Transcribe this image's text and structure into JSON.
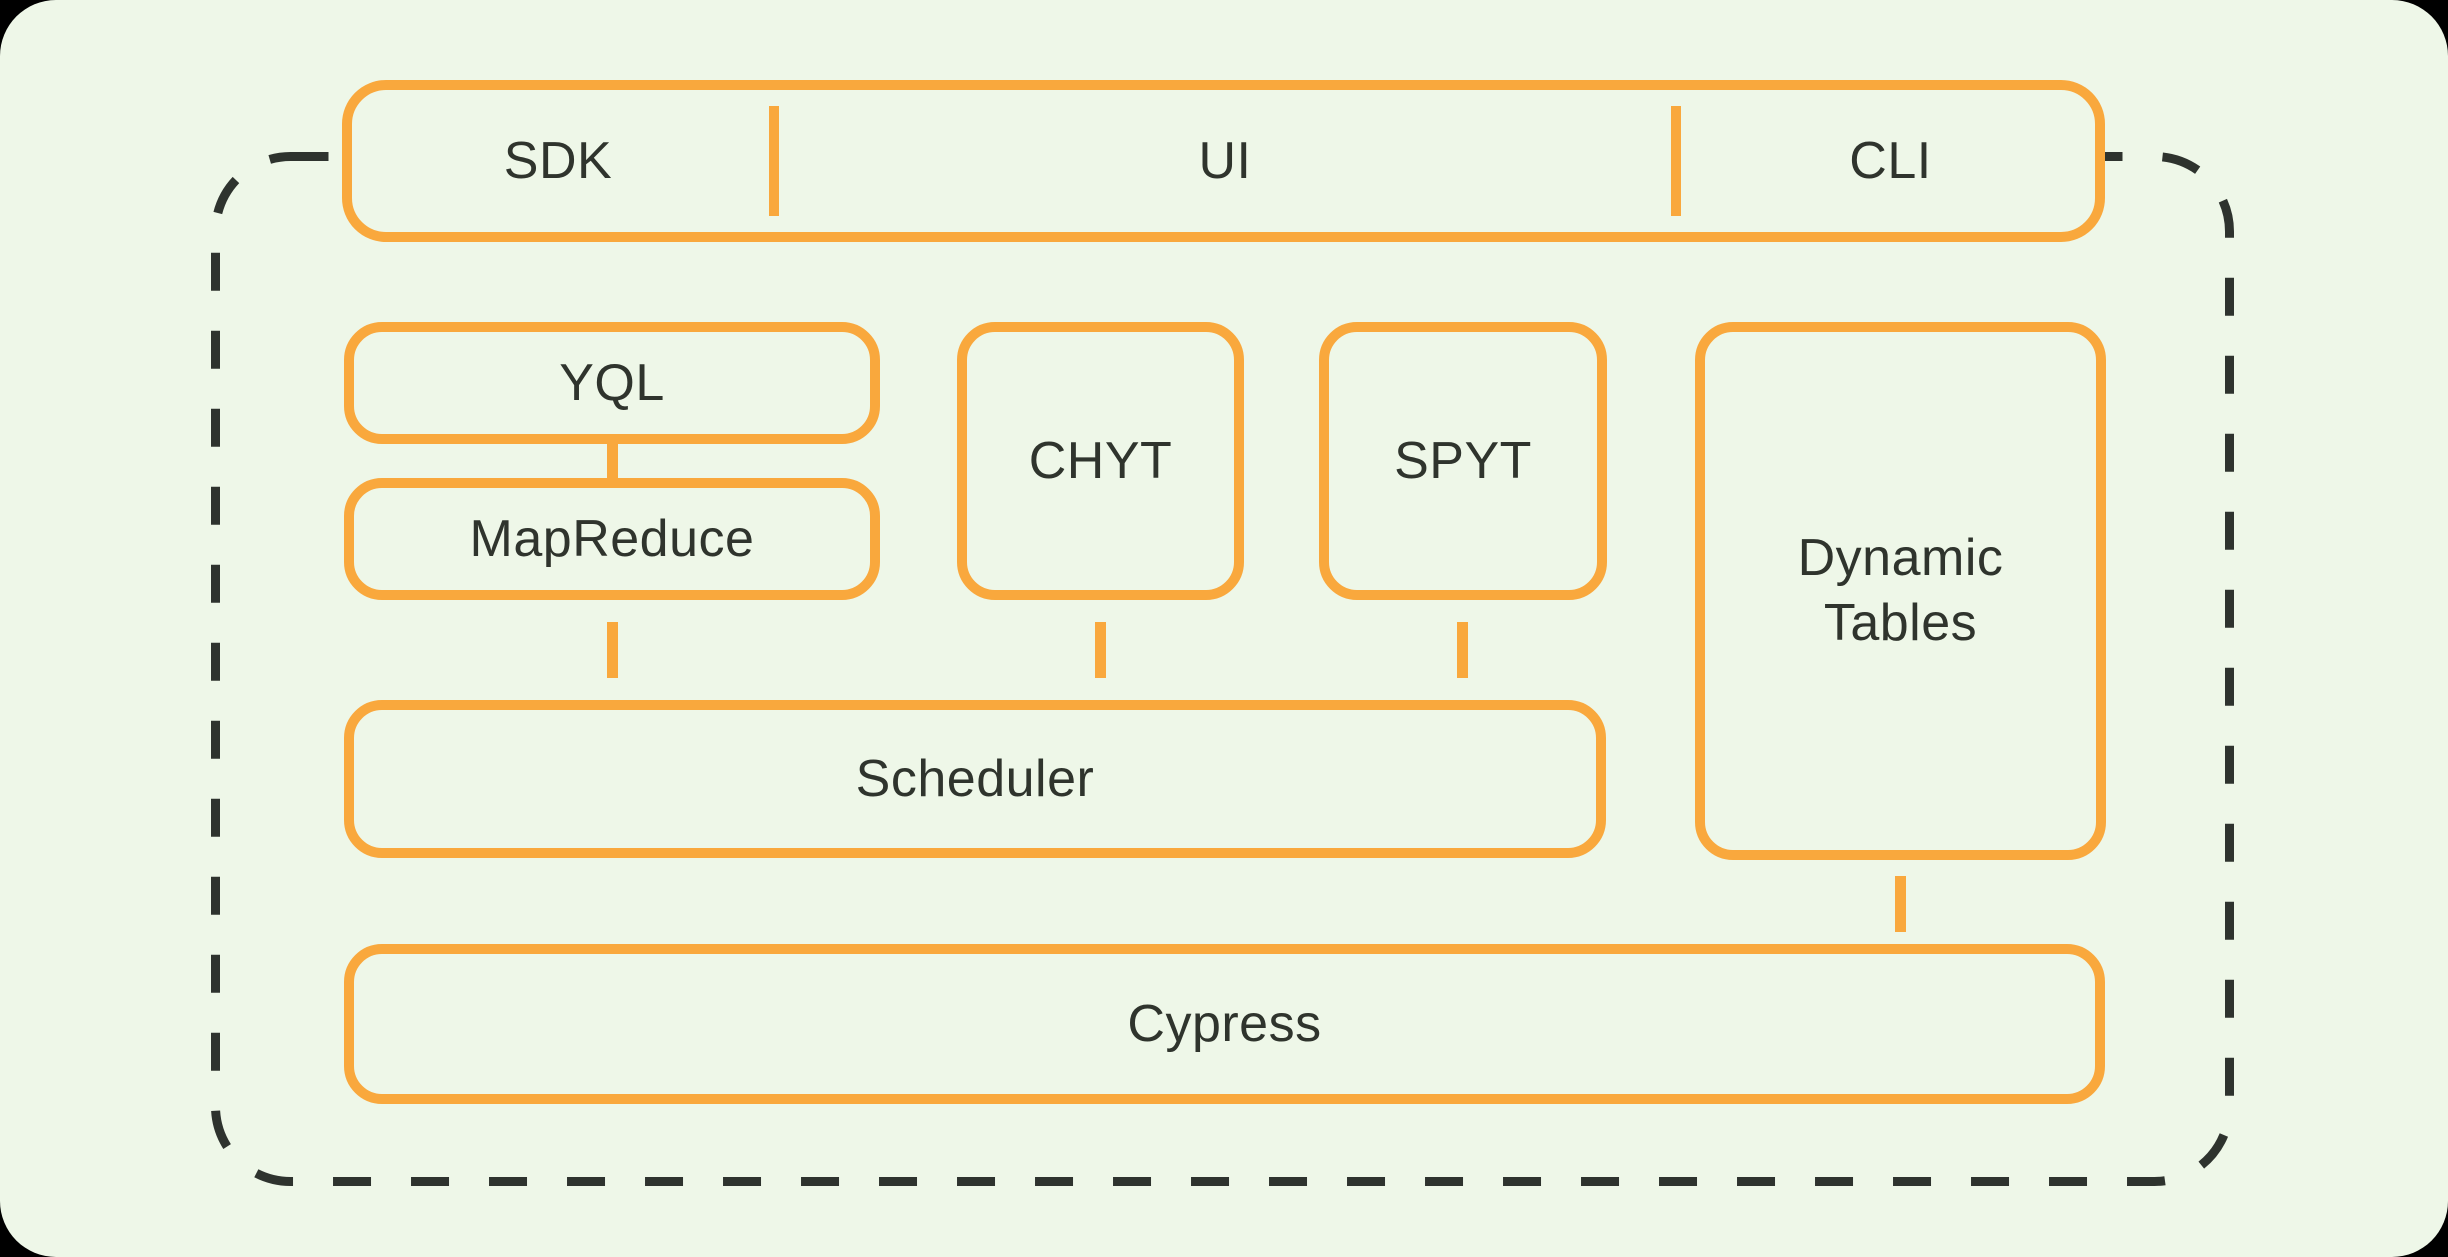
{
  "colors": {
    "outer_background": "#000000",
    "panel_background": "#EEF7E8",
    "accent_orange": "#F9A83D",
    "boundary_dash": "#2E332E",
    "label_text": "#2F342D"
  },
  "access_bar": {
    "items": [
      {
        "label": "SDK"
      },
      {
        "label": "UI"
      },
      {
        "label": "CLI"
      }
    ]
  },
  "components": {
    "yql": {
      "label": "YQL"
    },
    "mapreduce": {
      "label": "MapReduce"
    },
    "chyt": {
      "label": "CHYT"
    },
    "spyt": {
      "label": "SPYT"
    },
    "dynamic_tables": {
      "label": "Dynamic Tables"
    },
    "scheduler": {
      "label": "Scheduler"
    },
    "cypress": {
      "label": "Cypress"
    }
  },
  "connections": [
    {
      "from": "YQL",
      "to": "MapReduce"
    },
    {
      "from": "MapReduce",
      "to": "Scheduler"
    },
    {
      "from": "CHYT",
      "to": "Scheduler"
    },
    {
      "from": "SPYT",
      "to": "Scheduler"
    },
    {
      "from": "Dynamic Tables",
      "to": "Cypress"
    }
  ]
}
